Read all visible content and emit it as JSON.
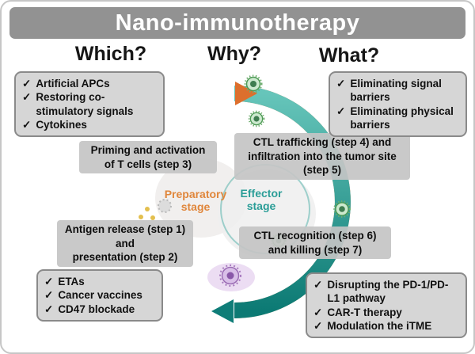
{
  "banner": {
    "title": "Nano-immunotherapy"
  },
  "headers": {
    "which": "Which?",
    "why": "Why?",
    "what": "What?"
  },
  "glyphs": {
    "check": "✓"
  },
  "panels": {
    "which_top": {
      "items": [
        "Artificial APCs",
        "Restoring co-stimulatory signals",
        "Cytokines"
      ]
    },
    "what_top": {
      "items": [
        "Eliminating signal barriers",
        "Eliminating physical barriers"
      ]
    },
    "which_bottom": {
      "items": [
        "ETAs",
        "Cancer vaccines",
        "CD47 blockade"
      ]
    },
    "what_bottom": {
      "items": [
        "Disrupting the PD-1/PD-L1 pathway",
        "CAR-T therapy",
        "Modulation the iTME"
      ]
    }
  },
  "cycle": {
    "stages": {
      "preparatory": "Preparatory\nstage",
      "effector": "Effector\nstage"
    },
    "steps": {
      "priming": "Priming and activation\nof T cells (step 3)",
      "trafficking": "CTL trafficking (step 4) and\ninfiltration into the tumor site\n(step 5)",
      "antigen": "Antigen release (step 1)\nand\npresentation (step 2)",
      "recognition": "CTL recognition (step 6)\nand killing (step 7)"
    }
  },
  "colors": {
    "banner_bg": "#929292",
    "panel_bg": "#d6d6d6",
    "panel_border": "#8a8a8a",
    "orange": "#dd6f2d",
    "teal": "#0f7d78",
    "preparatory_text": "#e0863b",
    "effector_text": "#2a9d97"
  }
}
